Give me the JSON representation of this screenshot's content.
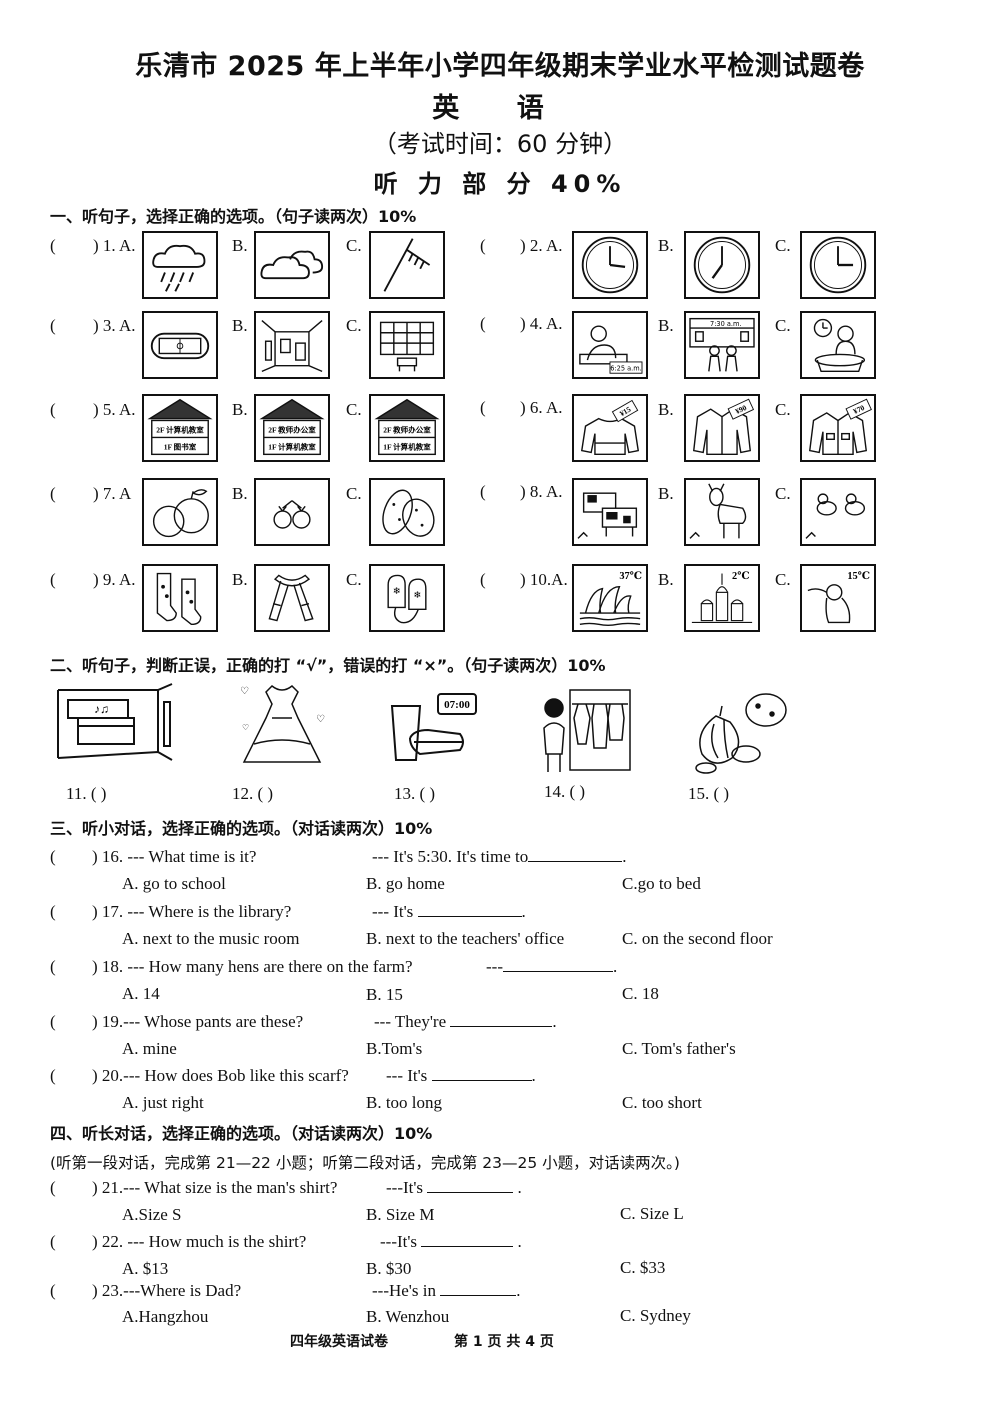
{
  "header": {
    "title": "乐清市 2025 年上半年小学四年级期末学业水平检测试题卷",
    "subject": "英 语",
    "time": "（考试时间：60 分钟）",
    "part": "听 力 部 分 40%"
  },
  "sections": {
    "s1": "一、听句子，选择正确的选项。（句子读两次）10%",
    "s2": "二、听句子，判断正误，正确的打 “√”，错误的打 “×”。（句子读两次）10%",
    "s3": "三、听小对话，选择正确的选项。（对话读两次）10%",
    "s4": "四、听长对话，选择正确的选项。（对话读两次）10%",
    "s4_note": "(听第一段对话，完成第 21—22 小题；听第二段对话，完成第 23—25 小题，对话读两次。)"
  },
  "part1": {
    "paren": "(",
    "paren_close": ")",
    "q1": "1. A.",
    "q2": "2. A.",
    "q3": "3. A.",
    "q4": "4. A.",
    "q5": "5. A.",
    "q6": "6. A.",
    "q7": "7. A",
    "q8": "8. A.",
    "q9": "9. A.",
    "q10": "10.A.",
    "B": "B.",
    "C": "C.",
    "sign_q4a": "6:25 a.m.",
    "sign_q4b": "7:30 a.m.",
    "price_q6a": "¥15",
    "price_q6b": "¥90",
    "price_q6c": "¥70",
    "floors_q5a": [
      "2F 计算机教室",
      "1F 图书室"
    ],
    "floors_q5b": [
      "2F 教师办公室",
      "1F 计算机教室"
    ],
    "floors_q5c": [
      "2F 教师办公室",
      "1F 计算机教室"
    ],
    "temp_q10a": "37℃",
    "temp_q10b": "2℃",
    "temp_q10c": "15℃"
  },
  "part2": {
    "clock13": "07:00",
    "items": [
      "11. (       )",
      "12. (       )",
      "13. (       )",
      "14. (       )",
      "15. (       )"
    ]
  },
  "part3": [
    {
      "num": ") 16. --- What time is it?",
      "resp": "--- It's 5:30. It's time to",
      "end": ".",
      "a": "A.  go to school",
      "b": "B.  go home",
      "c": "C.go to bed"
    },
    {
      "num": ") 17. --- Where is the library?",
      "resp": "--- It's",
      "end": ".",
      "a": "A.  next to the music room",
      "b": "B.   next to the teachers' office",
      "c": "C. on the second floor"
    },
    {
      "num": ") 18. --- How many hens are there on the farm?",
      "resp": "---",
      "end": ".",
      "a": "A. 14",
      "b": "B. 15",
      "c": "C. 18"
    },
    {
      "num": ") 19.--- Whose pants are these?",
      "resp": "--- They're",
      "end": ".",
      "a": "A.  mine",
      "b": "B.Tom's",
      "c": "C. Tom's father's"
    },
    {
      "num": ") 20.--- How does Bob like this scarf?",
      "resp": "--- It's",
      "end": ".",
      "a": "A.  just right",
      "b": "B.  too long",
      "c": "C. too short"
    }
  ],
  "part4": [
    {
      "num": ") 21.--- What size is the man's shirt?",
      "resp": "---It's",
      "end": ".",
      "a": "A.Size S",
      "b": "B. Size M",
      "c": "C. Size L"
    },
    {
      "num": ") 22. --- How much is the shirt?",
      "resp": "---It's",
      "end": ".",
      "a": "A. $13",
      "b": "B. $30",
      "c": "C. $33"
    },
    {
      "num": ") 23.---Where is Dad?",
      "resp": "---He's in",
      "end": ".",
      "a": "A.Hangzhou",
      "b": "B. Wenzhou",
      "c": "C. Sydney"
    }
  ],
  "footer": {
    "left": "四年级英语试卷",
    "right": "第  1  页  共  4  页"
  }
}
